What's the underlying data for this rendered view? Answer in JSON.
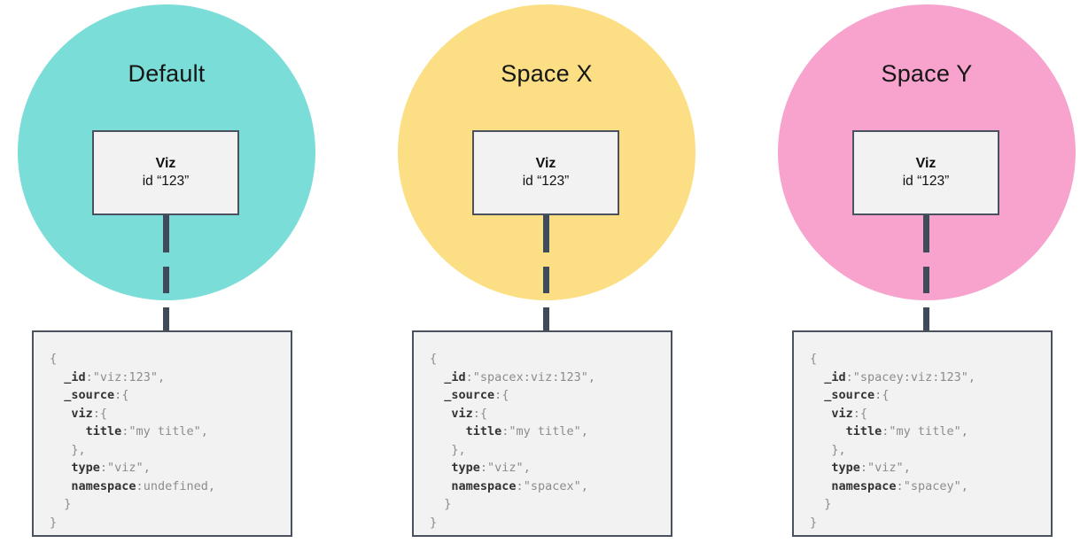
{
  "diagram": {
    "title_hidden": "",
    "columns": [
      {
        "name": "default",
        "circle_label": "Default",
        "circle_color": "#7BDDD8",
        "node": {
          "title": "Viz",
          "subtitle": "id “123”"
        },
        "code": {
          "lines": [
            [
              {
                "t": "{",
                "c": "b"
              }
            ],
            [
              {
                "t": "  ",
                "c": "p"
              },
              {
                "t": "_id",
                "c": "k"
              },
              {
                "t": ":",
                "c": "p"
              },
              {
                "t": "\"viz:123\"",
                "c": "v"
              },
              {
                "t": ",",
                "c": "p"
              }
            ],
            [
              {
                "t": "  ",
                "c": "p"
              },
              {
                "t": "_source",
                "c": "k"
              },
              {
                "t": ":",
                "c": "p"
              },
              {
                "t": "{",
                "c": "b"
              }
            ],
            [
              {
                "t": "   ",
                "c": "p"
              },
              {
                "t": "viz",
                "c": "k"
              },
              {
                "t": ":",
                "c": "p"
              },
              {
                "t": "{",
                "c": "b"
              }
            ],
            [
              {
                "t": "     ",
                "c": "p"
              },
              {
                "t": "title",
                "c": "k"
              },
              {
                "t": ":",
                "c": "p"
              },
              {
                "t": "\"my title\"",
                "c": "v"
              },
              {
                "t": ",",
                "c": "p"
              }
            ],
            [
              {
                "t": "   ",
                "c": "p"
              },
              {
                "t": "}",
                "c": "b"
              },
              {
                "t": ",",
                "c": "p"
              }
            ],
            [
              {
                "t": "   ",
                "c": "p"
              },
              {
                "t": "type",
                "c": "k"
              },
              {
                "t": ":",
                "c": "p"
              },
              {
                "t": "\"viz\"",
                "c": "v"
              },
              {
                "t": ",",
                "c": "p"
              }
            ],
            [
              {
                "t": "   ",
                "c": "p"
              },
              {
                "t": "namespace",
                "c": "k"
              },
              {
                "t": ":",
                "c": "p"
              },
              {
                "t": "undefined",
                "c": "v"
              },
              {
                "t": ",",
                "c": "p"
              }
            ],
            [
              {
                "t": "  ",
                "c": "p"
              },
              {
                "t": "}",
                "c": "b"
              }
            ],
            [
              {
                "t": "}",
                "c": "b"
              }
            ]
          ]
        }
      },
      {
        "name": "space-x",
        "circle_label": "Space X",
        "circle_color": "#FCDF84",
        "node": {
          "title": "Viz",
          "subtitle": "id “123”"
        },
        "code": {
          "lines": [
            [
              {
                "t": "{",
                "c": "b"
              }
            ],
            [
              {
                "t": "  ",
                "c": "p"
              },
              {
                "t": "_id",
                "c": "k"
              },
              {
                "t": ":",
                "c": "p"
              },
              {
                "t": "\"spacex:viz:123\"",
                "c": "v"
              },
              {
                "t": ",",
                "c": "p"
              }
            ],
            [
              {
                "t": "  ",
                "c": "p"
              },
              {
                "t": "_source",
                "c": "k"
              },
              {
                "t": ":",
                "c": "p"
              },
              {
                "t": "{",
                "c": "b"
              }
            ],
            [
              {
                "t": "   ",
                "c": "p"
              },
              {
                "t": "viz",
                "c": "k"
              },
              {
                "t": ":",
                "c": "p"
              },
              {
                "t": "{",
                "c": "b"
              }
            ],
            [
              {
                "t": "     ",
                "c": "p"
              },
              {
                "t": "title",
                "c": "k"
              },
              {
                "t": ":",
                "c": "p"
              },
              {
                "t": "\"my title\"",
                "c": "v"
              },
              {
                "t": ",",
                "c": "p"
              }
            ],
            [
              {
                "t": "   ",
                "c": "p"
              },
              {
                "t": "}",
                "c": "b"
              },
              {
                "t": ",",
                "c": "p"
              }
            ],
            [
              {
                "t": "   ",
                "c": "p"
              },
              {
                "t": "type",
                "c": "k"
              },
              {
                "t": ":",
                "c": "p"
              },
              {
                "t": "\"viz\"",
                "c": "v"
              },
              {
                "t": ",",
                "c": "p"
              }
            ],
            [
              {
                "t": "   ",
                "c": "p"
              },
              {
                "t": "namespace",
                "c": "k"
              },
              {
                "t": ":",
                "c": "p"
              },
              {
                "t": "\"spacex\"",
                "c": "v"
              },
              {
                "t": ",",
                "c": "p"
              }
            ],
            [
              {
                "t": "  ",
                "c": "p"
              },
              {
                "t": "}",
                "c": "b"
              }
            ],
            [
              {
                "t": "}",
                "c": "b"
              }
            ]
          ]
        }
      },
      {
        "name": "space-y",
        "circle_label": "Space Y",
        "circle_color": "#F7A3CD",
        "node": {
          "title": "Viz",
          "subtitle": "id “123”"
        },
        "code": {
          "lines": [
            [
              {
                "t": "{",
                "c": "b"
              }
            ],
            [
              {
                "t": "  ",
                "c": "p"
              },
              {
                "t": "_id",
                "c": "k"
              },
              {
                "t": ":",
                "c": "p"
              },
              {
                "t": "\"spacey:viz:123\"",
                "c": "v"
              },
              {
                "t": ",",
                "c": "p"
              }
            ],
            [
              {
                "t": "  ",
                "c": "p"
              },
              {
                "t": "_source",
                "c": "k"
              },
              {
                "t": ":",
                "c": "p"
              },
              {
                "t": "{",
                "c": "b"
              }
            ],
            [
              {
                "t": "   ",
                "c": "p"
              },
              {
                "t": "viz",
                "c": "k"
              },
              {
                "t": ":",
                "c": "p"
              },
              {
                "t": "{",
                "c": "b"
              }
            ],
            [
              {
                "t": "     ",
                "c": "p"
              },
              {
                "t": "title",
                "c": "k"
              },
              {
                "t": ":",
                "c": "p"
              },
              {
                "t": "\"my title\"",
                "c": "v"
              },
              {
                "t": ",",
                "c": "p"
              }
            ],
            [
              {
                "t": "   ",
                "c": "p"
              },
              {
                "t": "}",
                "c": "b"
              },
              {
                "t": ",",
                "c": "p"
              }
            ],
            [
              {
                "t": "   ",
                "c": "p"
              },
              {
                "t": "type",
                "c": "k"
              },
              {
                "t": ":",
                "c": "p"
              },
              {
                "t": "\"viz\"",
                "c": "v"
              },
              {
                "t": ",",
                "c": "p"
              }
            ],
            [
              {
                "t": "   ",
                "c": "p"
              },
              {
                "t": "namespace",
                "c": "k"
              },
              {
                "t": ":",
                "c": "p"
              },
              {
                "t": "\"spacey\"",
                "c": "v"
              },
              {
                "t": ",",
                "c": "p"
              }
            ],
            [
              {
                "t": "  ",
                "c": "p"
              },
              {
                "t": "}",
                "c": "b"
              }
            ],
            [
              {
                "t": "}",
                "c": "b"
              }
            ]
          ]
        }
      }
    ]
  }
}
